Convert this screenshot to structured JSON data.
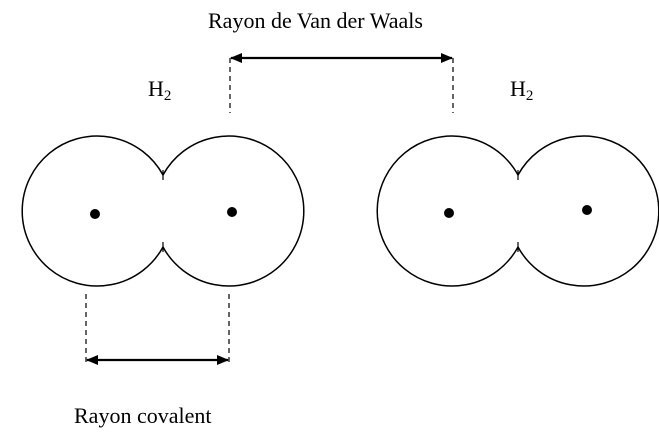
{
  "labels": {
    "van_der_waals_radius": "Rayon de Van der Waals",
    "covalent_radius": "Rayon covalent",
    "molecule_left": {
      "symbol": "H",
      "subscript": "2"
    },
    "molecule_right": {
      "symbol": "H",
      "subscript": "2"
    }
  },
  "colors": {
    "stroke": "#000000",
    "background": "#ffffff"
  }
}
